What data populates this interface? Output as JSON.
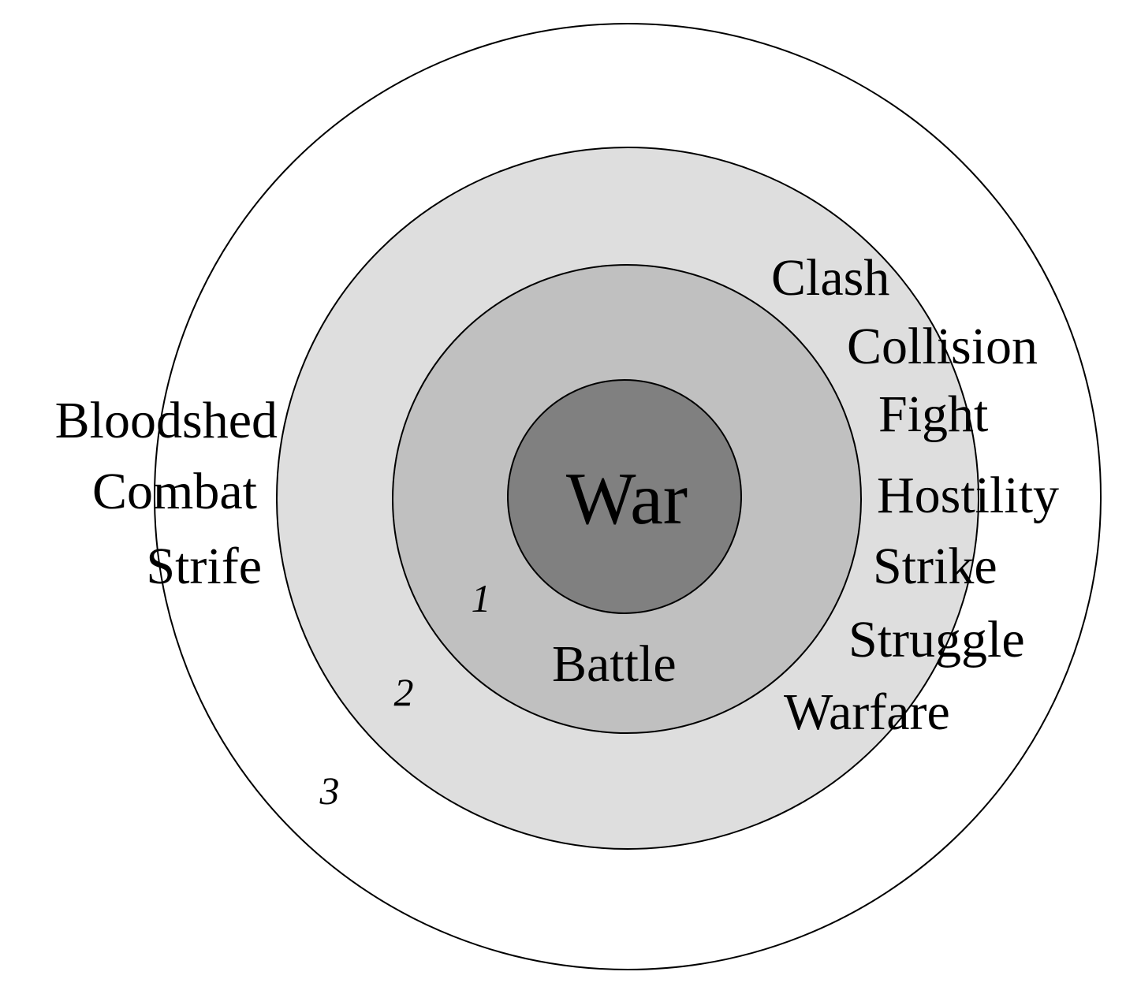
{
  "diagram": {
    "center_word": "War",
    "rings": [
      {
        "level": "1",
        "fill": "#c0c0c0",
        "words": [
          "Battle"
        ]
      },
      {
        "level": "2",
        "fill": "#dedede",
        "words": [
          "Clash",
          "Collision",
          "Fight",
          "Hostility",
          "Strike",
          "Struggle",
          "Warfare"
        ]
      },
      {
        "level": "3",
        "fill": "#ffffff",
        "words": [
          "Bloodshed",
          "Combat",
          "Strife"
        ]
      }
    ],
    "core_fill": "#808080",
    "stroke": "#000000"
  }
}
